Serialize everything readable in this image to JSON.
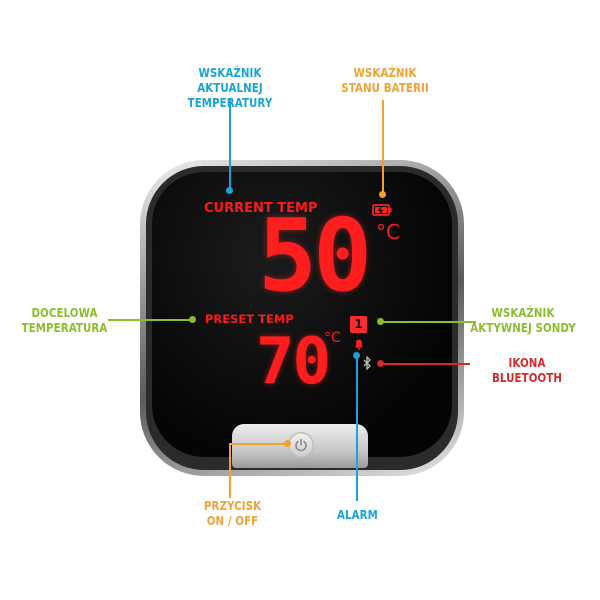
{
  "device": {
    "current_label": "CURRENT TEMP",
    "current_value": "50",
    "current_unit": "°C",
    "preset_label": "PRESET TEMP",
    "preset_value": "70",
    "preset_unit": "°C",
    "probe_number": "1"
  },
  "callouts": {
    "current_temp": {
      "line1": "WSKAŹNIK AKTUALNEJ",
      "line2": "TEMPERATURY",
      "color": "#1aa3d9"
    },
    "battery": {
      "line1": "WSKAŹNIK",
      "line2": "STANU BATERII",
      "color": "#f0a232"
    },
    "preset_temp": {
      "line1": "DOCELOWA",
      "line2": "TEMPERATURA",
      "color": "#8cbd2f"
    },
    "active_probe": {
      "line1": "WSKAŹNIK",
      "line2": "AKTYWNEJ SONDY",
      "color": "#8cbd2f"
    },
    "bluetooth": {
      "line1": "IKONA BLUETOOTH",
      "color": "#d42a2a"
    },
    "power": {
      "line1": "PRZYCISK",
      "line2": "ON / OFF",
      "color": "#f0a232"
    },
    "alarm": {
      "line1": "ALARM",
      "color": "#1aa3d9"
    }
  },
  "colors": {
    "lcd_red": "#ff1e1e",
    "screen": "#050505"
  },
  "icons": [
    "battery-icon",
    "bluetooth-icon",
    "alarm-bell-icon",
    "power-icon"
  ]
}
